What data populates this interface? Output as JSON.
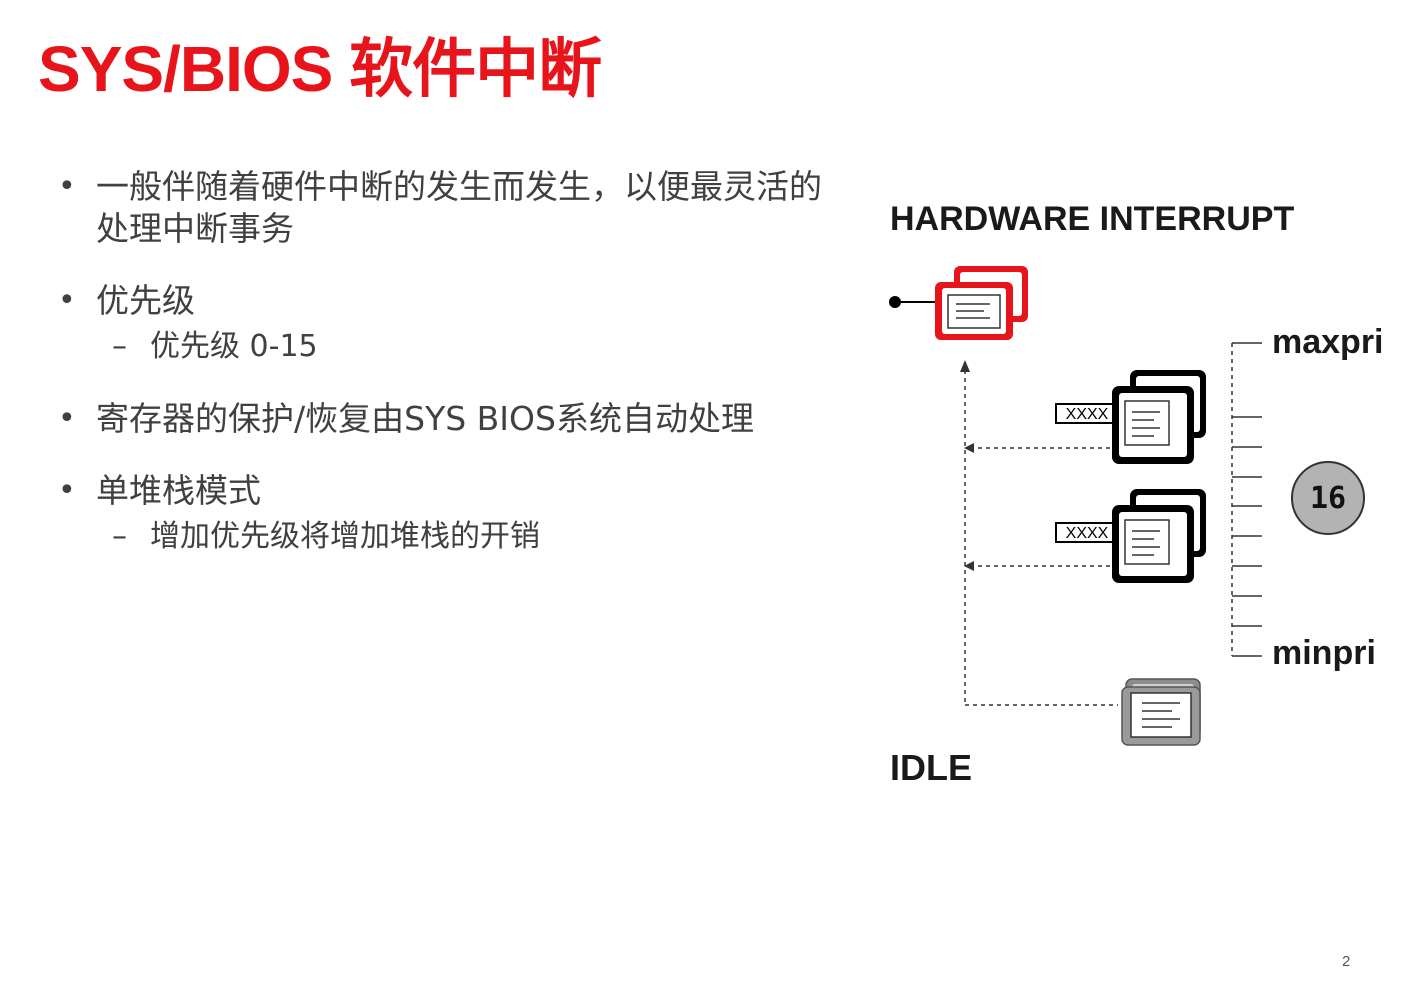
{
  "slide": {
    "title": "SYS/BIOS 软件中断",
    "page_number": "2"
  },
  "bullets": [
    {
      "text": "一般伴随着硬件中断的发生而发生，以便最灵活的处理中断事务"
    },
    {
      "text": "优先级",
      "sub": "优先级 0-15"
    },
    {
      "text": "寄存器的保护/恢复由SYS BIOS系统自动处理"
    },
    {
      "text": "单堆栈模式",
      "sub": "增加优先级将增加堆栈的开销"
    }
  ],
  "bullet_glyph": "•",
  "sub_glyph": "–",
  "diagram": {
    "hardware_interrupt_label": "HARDWARE  INTERRUPT",
    "maxpri_label": "maxpri",
    "minpri_label": "minpri",
    "priority_levels": "16",
    "idle_label": "IDLE",
    "swi_tag_1": "XXXX",
    "swi_tag_2": "XXXX",
    "colors": {
      "hwi": "#e8141b",
      "swi": "#000000",
      "idle": "#8c8c8c",
      "badge_fill": "#b3b3b3",
      "title": "#e8141b"
    },
    "icons": [
      "hwi-task-stack-icon",
      "swi-task-stack-icon",
      "swi-task-stack-icon",
      "idle-task-stack-icon",
      "priority-count-badge"
    ]
  }
}
